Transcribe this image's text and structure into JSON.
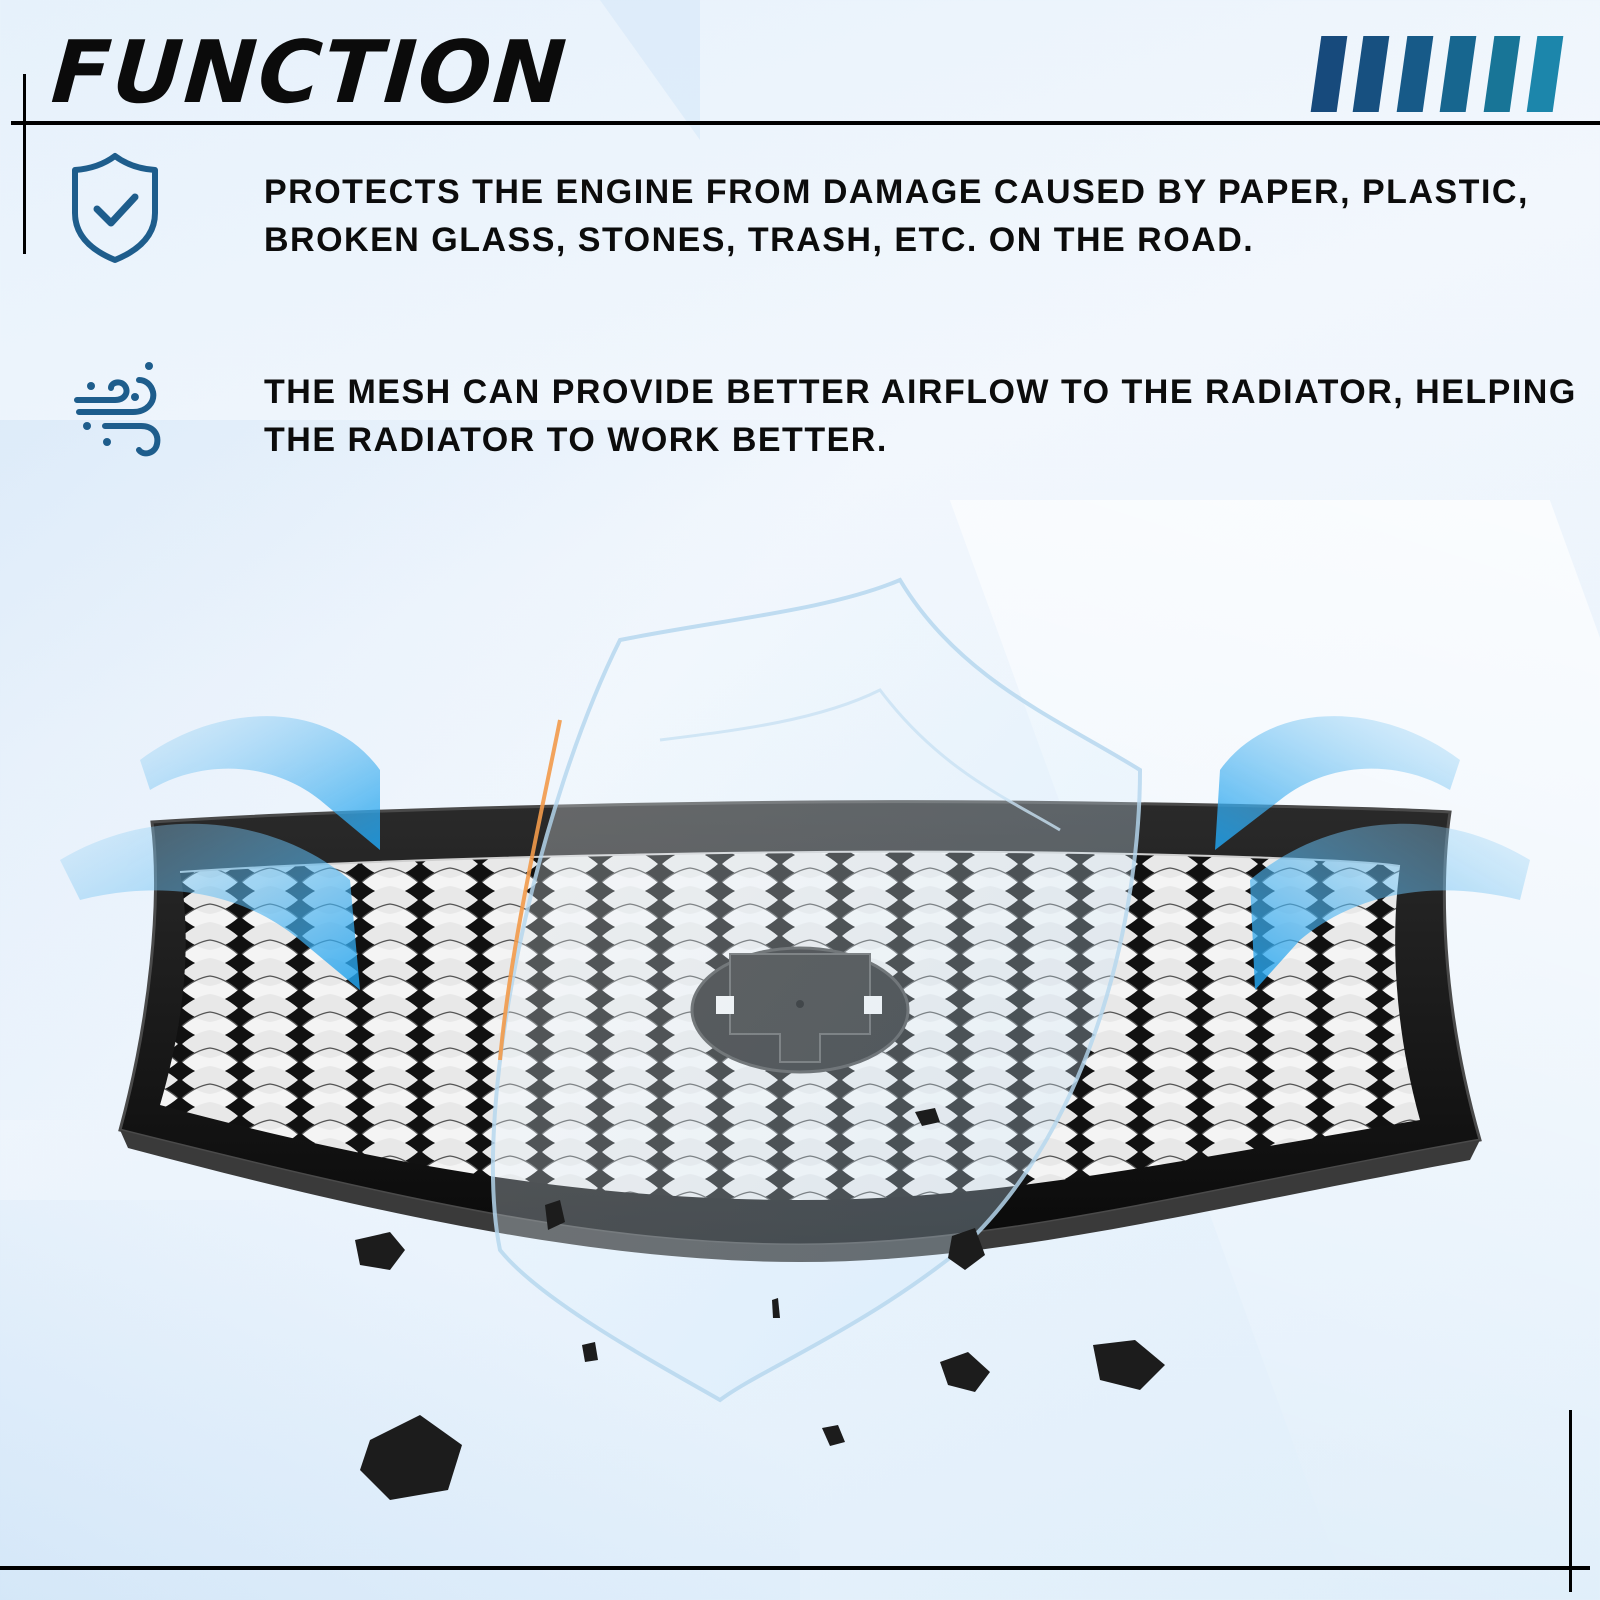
{
  "header": {
    "title": "FUNCTION",
    "decor_stripes": {
      "count": 6,
      "colors": [
        "#174a7c",
        "#175080",
        "#175a88",
        "#17668f",
        "#187597",
        "#1c86ab"
      ]
    }
  },
  "features": [
    {
      "icon": "shield-check-icon",
      "icon_color": "#1e5d8c",
      "lines": [
        "PROTECTS THE ENGINE FROM DAMAGE CAUSED BY PAPER, PLASTIC,",
        "BROKEN GLASS, STONES, TRASH, ETC. ON THE ROAD."
      ]
    },
    {
      "icon": "wind-airflow-icon",
      "icon_color": "#1e5d8c",
      "lines": [
        "THE MESH CAN PROVIDE BETTER AIRFLOW TO THE RADIATOR, HELPING",
        "THE RADIATOR TO WORK BETTER."
      ]
    }
  ],
  "product": {
    "name": "front-grille-mesh",
    "finish_color": "#0d0d0d",
    "airflow_arrow_color": "#29a3e8",
    "shield_overlay": "transparent-shield",
    "debris": "stones"
  },
  "colors": {
    "text": "#0c0c0c",
    "accent": "#1e5d8c",
    "background": "#eef5fc"
  }
}
